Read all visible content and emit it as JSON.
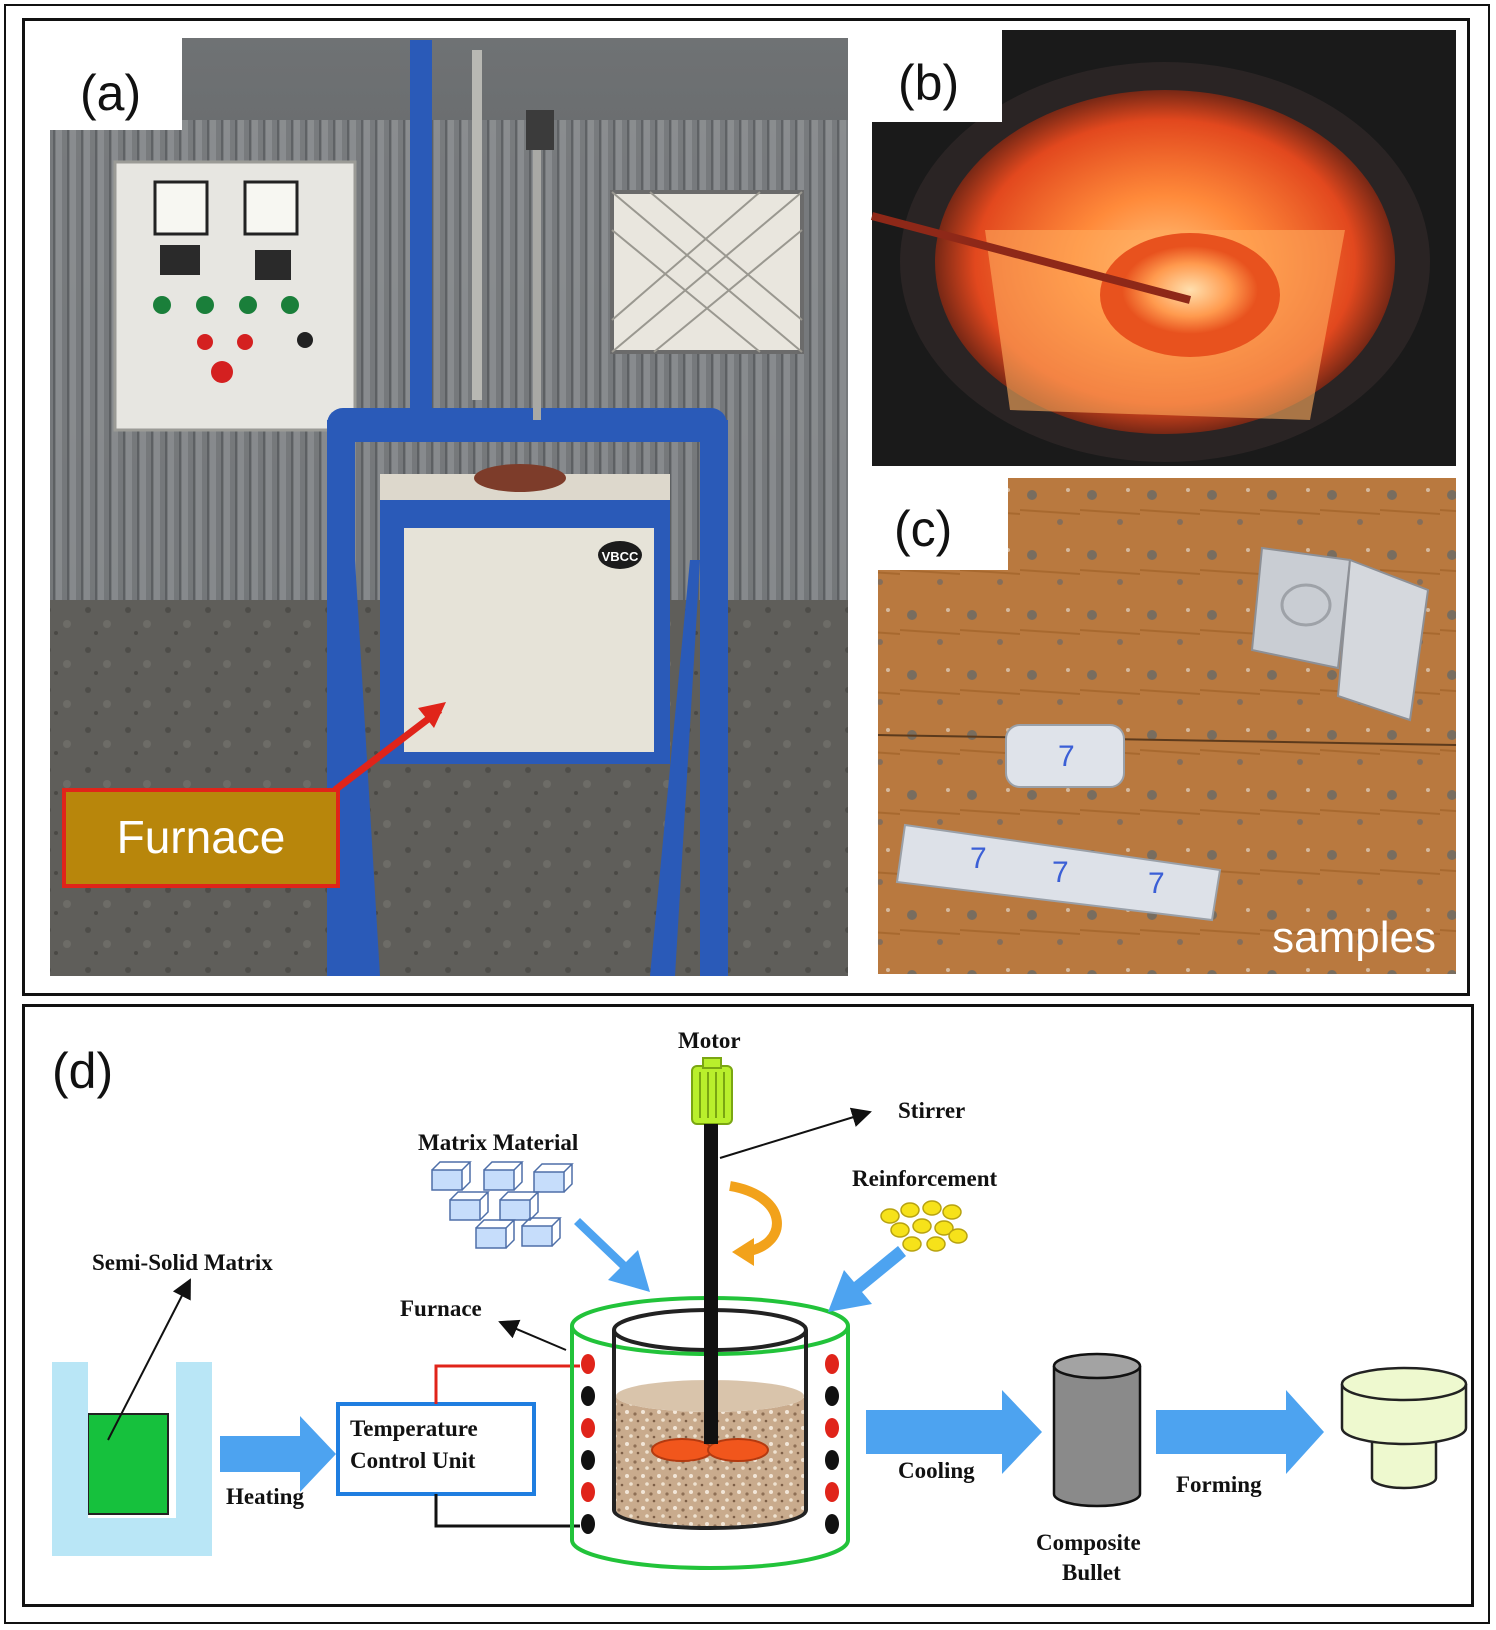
{
  "panels": {
    "a": {
      "tag": "(a)",
      "callout": "Furnace",
      "badge": "VBCC"
    },
    "b": {
      "tag": "(b)"
    },
    "c": {
      "tag": "(c)",
      "caption": "samples",
      "marks": [
        "7",
        "7",
        "7",
        "7"
      ]
    },
    "d": {
      "tag": "(d)"
    }
  },
  "diagram": {
    "motor": "Motor",
    "stirrer": "Stirrer",
    "matrix_material": "Matrix Material",
    "reinforcement": "Reinforcement",
    "semi_solid_matrix": "Semi-Solid Matrix",
    "furnace": "Furnace",
    "temp_unit_line1": "Temperature",
    "temp_unit_line2": "Control Unit",
    "heating": "Heating",
    "cooling": "Cooling",
    "forming": "Forming",
    "bullet_line1": "Composite",
    "bullet_line2": "Bullet"
  },
  "colors": {
    "arrow_blue": "#4da3f0",
    "furnace_green": "#22c33a",
    "matrix_green": "#16c13d",
    "callout_gold": "#b8860b",
    "callout_red": "#e0241a",
    "motor_green": "#b9ef2c",
    "particle_yellow": "#f6e21a",
    "blade_orange": "#f1561c"
  }
}
